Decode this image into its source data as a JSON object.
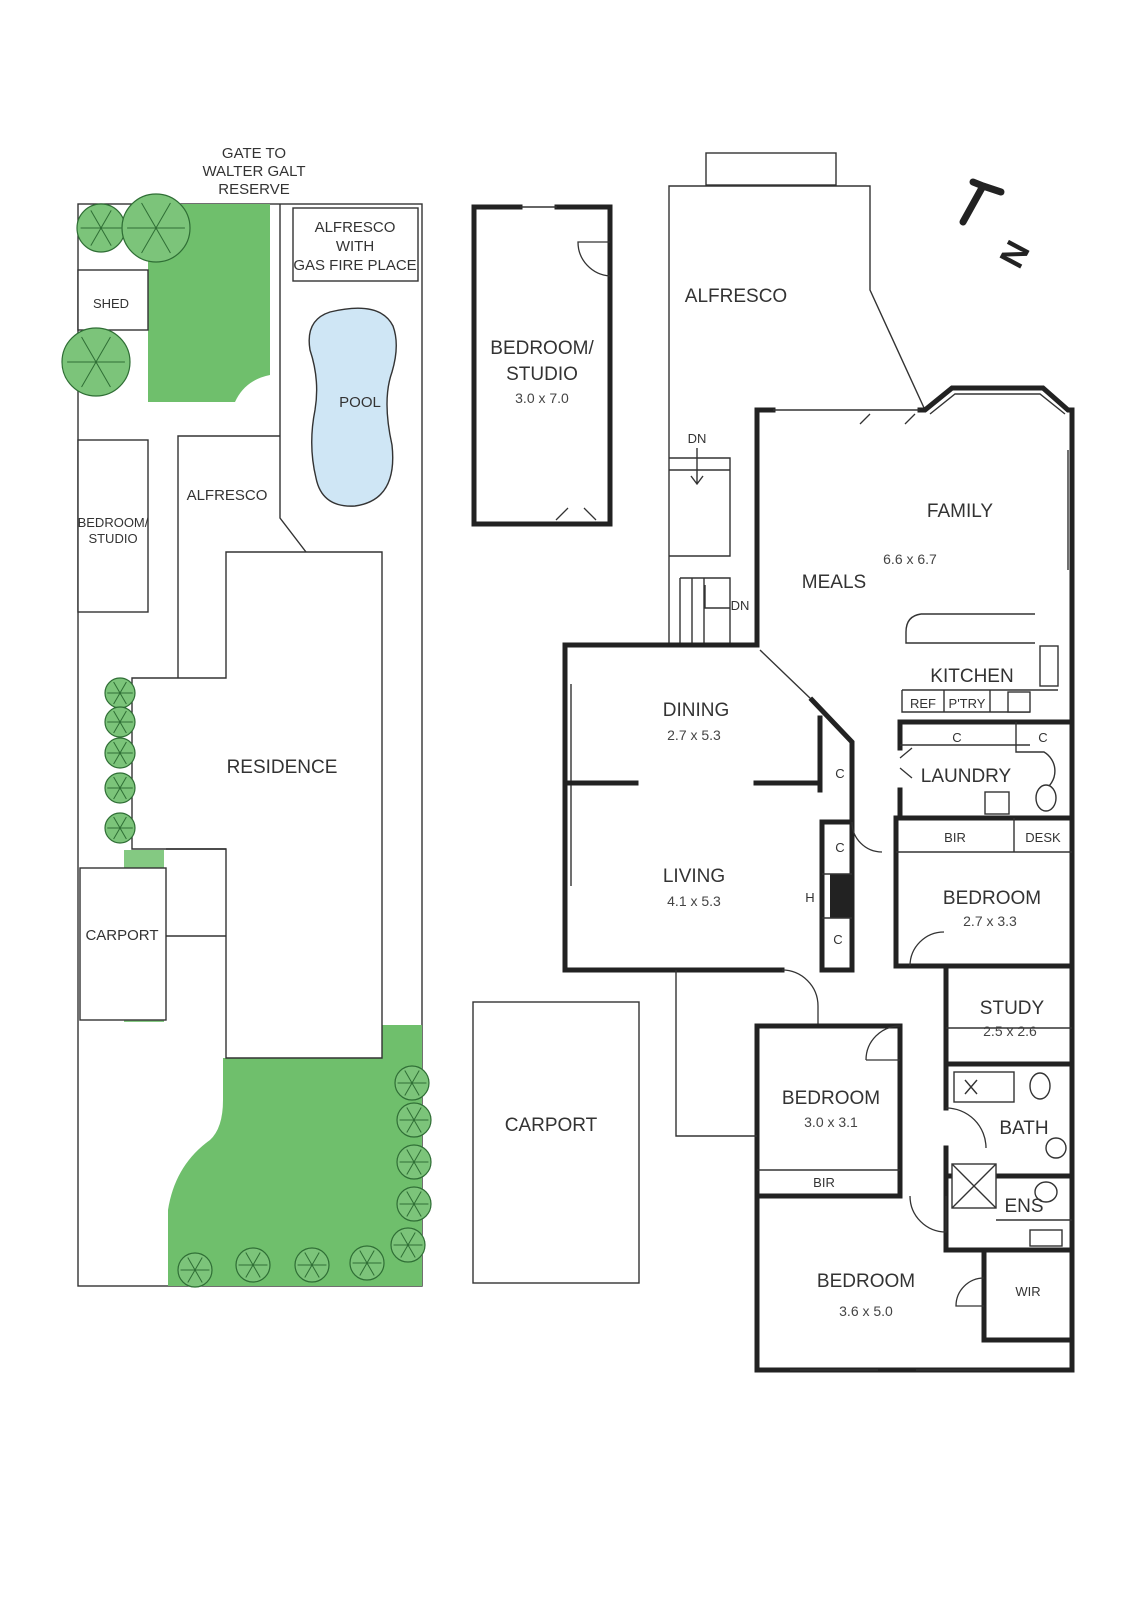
{
  "colors": {
    "lawn": "#6fbf6c",
    "pool": "#cfe6f5",
    "wall": "#222222",
    "line": "#333333"
  },
  "site_plan": {
    "gate": [
      "GATE TO",
      "WALTER GALT",
      "RESERVE"
    ],
    "alfresco_fire": [
      "ALFRESCO",
      "WITH",
      "GAS FIRE PLACE"
    ],
    "shed": "SHED",
    "pool": "POOL",
    "bedroom_studio": [
      "BEDROOM/",
      "STUDIO"
    ],
    "alfresco": "ALFRESCO",
    "residence": "RESIDENCE",
    "carport": "CARPORT"
  },
  "studio": {
    "name": [
      "BEDROOM/",
      "STUDIO"
    ],
    "size": "3.0 x 7.0"
  },
  "floor_plan": {
    "alfresco": "ALFRESCO",
    "dn_1": "DN",
    "dn_2": "DN",
    "family": "FAMILY",
    "family_size": "6.6 x 6.7",
    "meals": "MEALS",
    "kitchen": "KITCHEN",
    "ref": "REF",
    "pantry": "P'TRY",
    "dining": "DINING",
    "dining_size": "2.7 x 5.3",
    "living": "LIVING",
    "living_size": "4.1 x 5.3",
    "h": "H",
    "c": "C",
    "laundry": "LAUNDRY",
    "bir": "BIR",
    "desk": "DESK",
    "bedroom": "BEDROOM",
    "bedroom2_size": "2.7 x 3.3",
    "study": "STUDY",
    "study_size": "2.5 x 2.6",
    "bedroom3_size": "3.0 x 3.1",
    "bath": "BATH",
    "ens": "ENS",
    "wir": "WIR",
    "bedroom1_size": "3.6 x 5.0",
    "carport": "CARPORT"
  },
  "compass": "N"
}
